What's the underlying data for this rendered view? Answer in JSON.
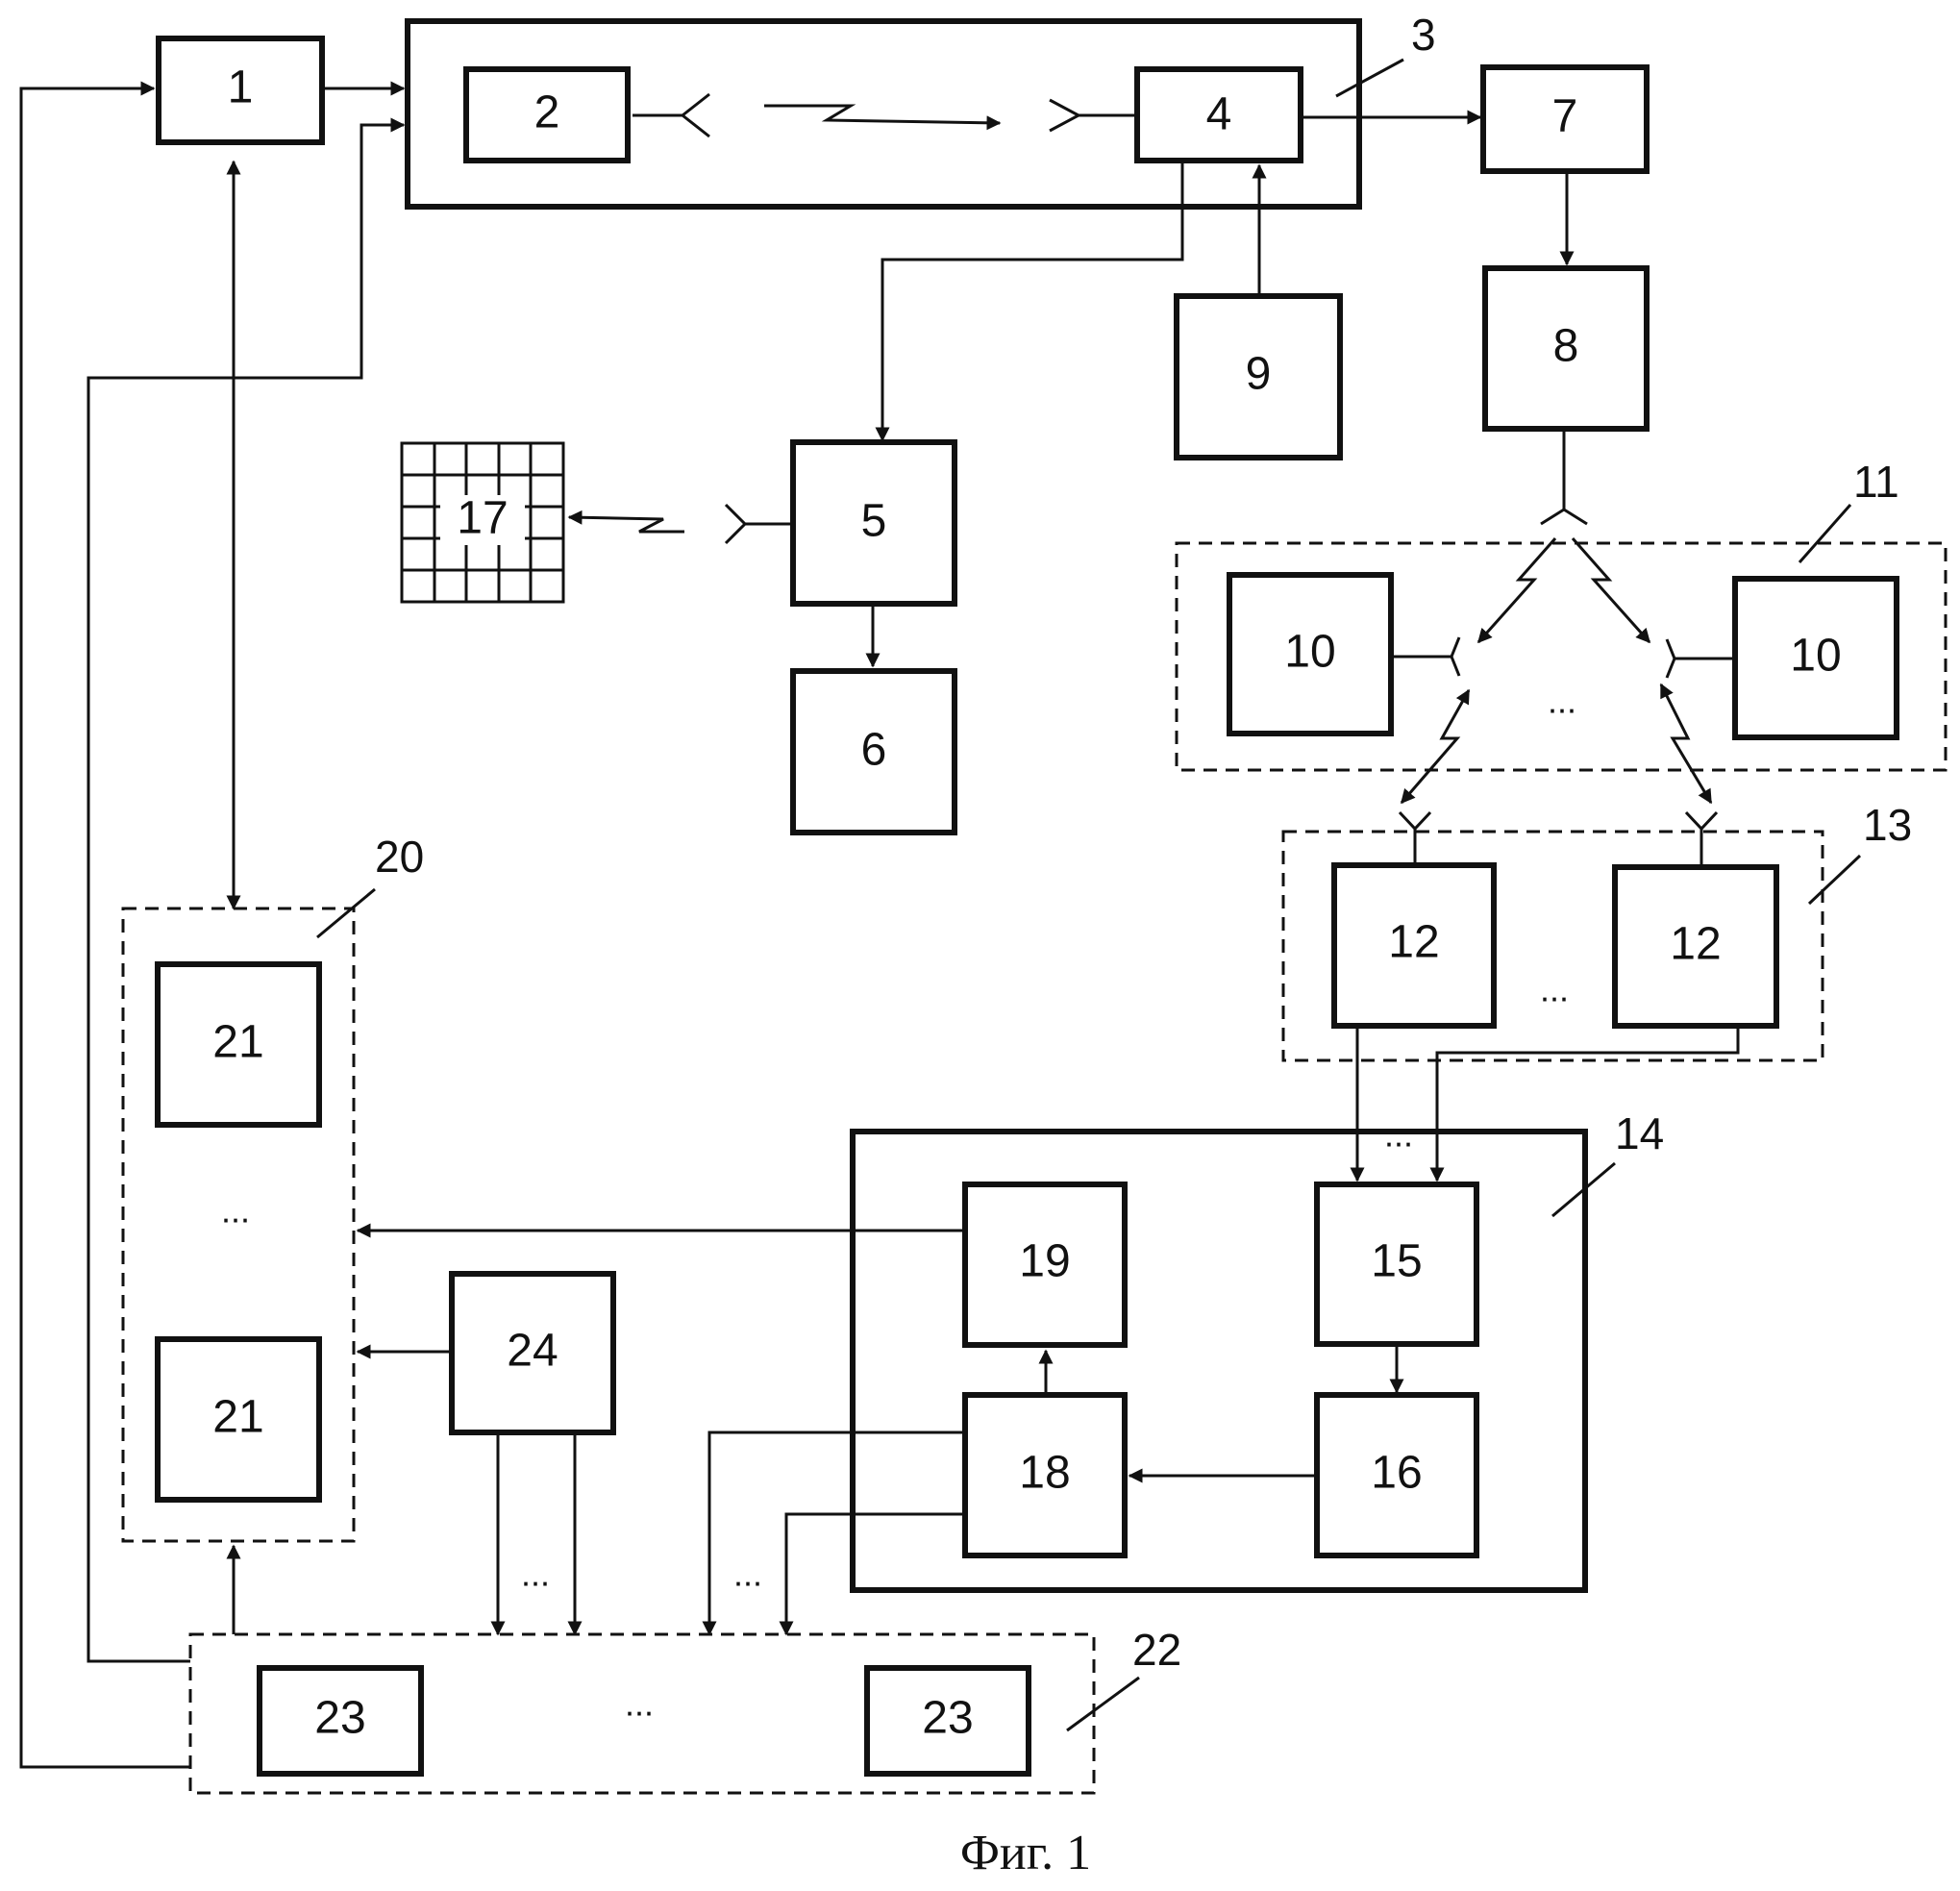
{
  "blocks": {
    "b1": "1",
    "b2": "2",
    "b3": "3",
    "b4": "4",
    "b5": "5",
    "b6": "6",
    "b7": "7",
    "b8": "8",
    "b9": "9",
    "b10": "10",
    "b11": "11",
    "b12": "12",
    "b13": "13",
    "b14": "14",
    "b15": "15",
    "b16": "16",
    "b17": "17",
    "b18": "18",
    "b19": "19",
    "b20": "20",
    "b21": "21",
    "b22": "22",
    "b23": "23",
    "b24": "24"
  },
  "ellipsis": "...",
  "caption": "Фиг. 1",
  "colors": {
    "stroke": "#111111",
    "background": "#ffffff"
  }
}
